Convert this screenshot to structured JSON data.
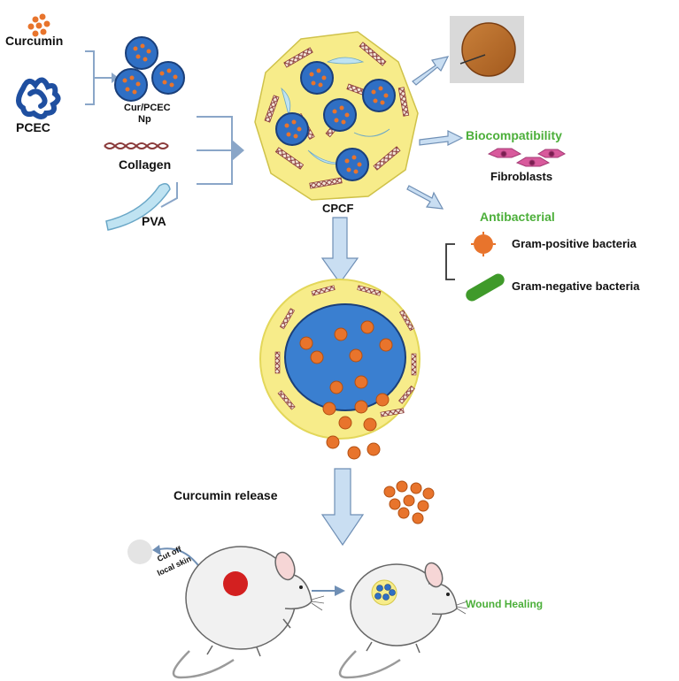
{
  "labels": {
    "curcumin": "Curcumin",
    "pcec": "PCEC",
    "np_line1": "Cur/PCEC",
    "np_line2": "Np",
    "collagen": "Collagen",
    "pva": "PVA",
    "cpcf": "CPCF",
    "biocompatibility": "Biocompatibility",
    "fibroblasts": "Fibroblasts",
    "antibacterial": "Antibacterial",
    "gram_positive": "Gram-positive bacteria",
    "gram_negative": "Gram-negative bacteria",
    "curcumin_release": "Curcumin release",
    "cut_off_line1": "Cut off",
    "cut_off_line2": "local skin",
    "wound_healing": "Wound Healing"
  },
  "colors": {
    "curcumin_orange": "#e8742c",
    "pcec_blue": "#1f4fa0",
    "nanoparticle_blue": "#2f6fc4",
    "film_yellow": "#f7ec8a",
    "collagen_brown": "#8a3a3a",
    "pva_blue": "#bfe3f2",
    "arrow_blue": "#c9def2",
    "text_green": "#4caf3a",
    "wound_red": "#d32020",
    "bacteria_green": "#3f9a2a",
    "fibroblast_pink": "#d85a9c"
  },
  "icons": [
    "curcumin-molecules-icon",
    "pcec-polymer-icon",
    "nanoparticle-icon",
    "collagen-fiber-icon",
    "pva-strand-icon",
    "film-photo-icon",
    "fibroblast-cells-icon",
    "gram-positive-bacteria-icon",
    "gram-negative-bacteria-icon",
    "mouse-wounded-icon",
    "mouse-healed-icon"
  ]
}
